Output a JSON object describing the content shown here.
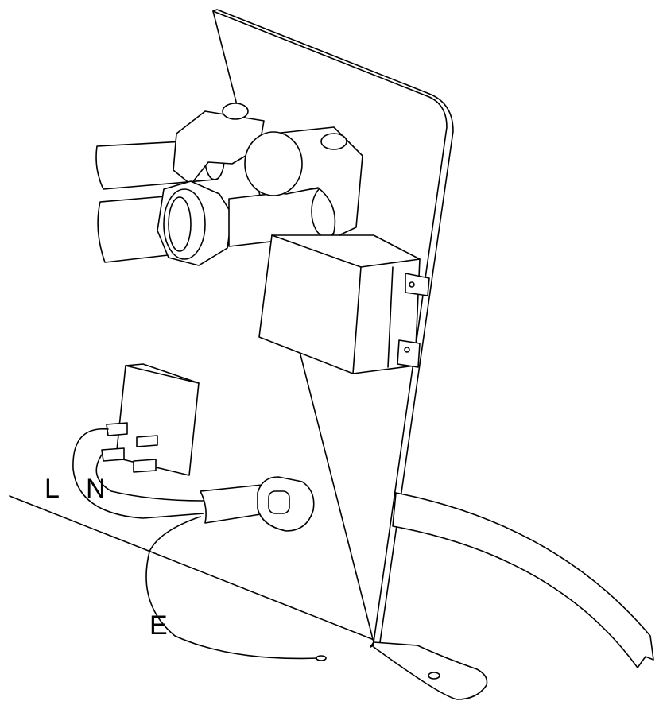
{
  "labels": {
    "live": "L",
    "neutral": "N",
    "earth": "E"
  },
  "colors": {
    "line": "#000000",
    "background": "#ffffff"
  }
}
